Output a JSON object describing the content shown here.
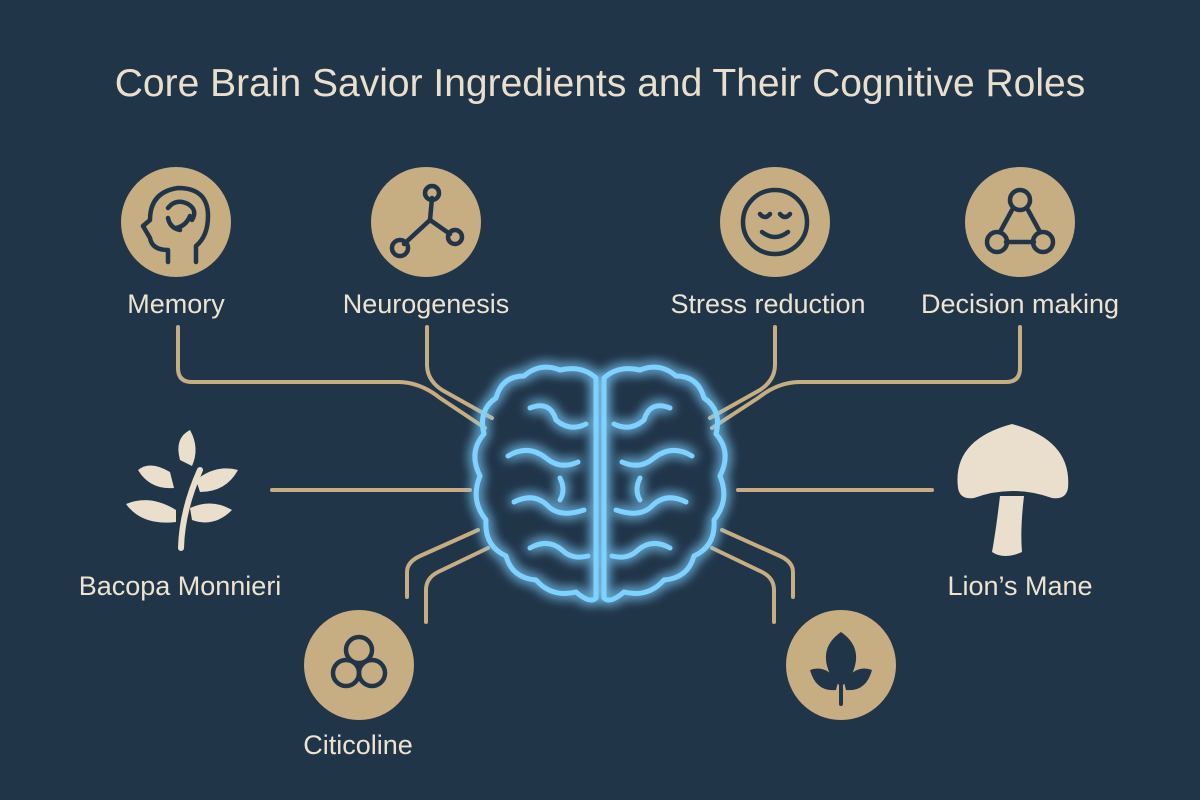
{
  "title": "Core Brain Savior Ingredients and Their Cognitive Roles",
  "roles": [
    {
      "label": "Memory",
      "icon": "head-profile-icon"
    },
    {
      "label": "Neurogenesis",
      "icon": "molecule-icon"
    },
    {
      "label": "Stress reduction",
      "icon": "calm-face-icon"
    },
    {
      "label": "Decision making",
      "icon": "network-nodes-icon"
    }
  ],
  "ingredients": [
    {
      "label": "Bacopa Monnieri",
      "icon": "plant-icon"
    },
    {
      "label": "Lion’s Mane",
      "icon": "mushroom-icon"
    },
    {
      "label": "Citicoline",
      "icon": "molecule-cluster-icon"
    },
    {
      "label": "",
      "icon": "leaf-icon"
    }
  ],
  "center": {
    "icon": "brain-icon"
  },
  "colors": {
    "background": "#213549",
    "accent": "#c6ad82",
    "icon_dark": "#213549",
    "text": "#ece3d1",
    "brain_glow": "#7fd2ff"
  }
}
